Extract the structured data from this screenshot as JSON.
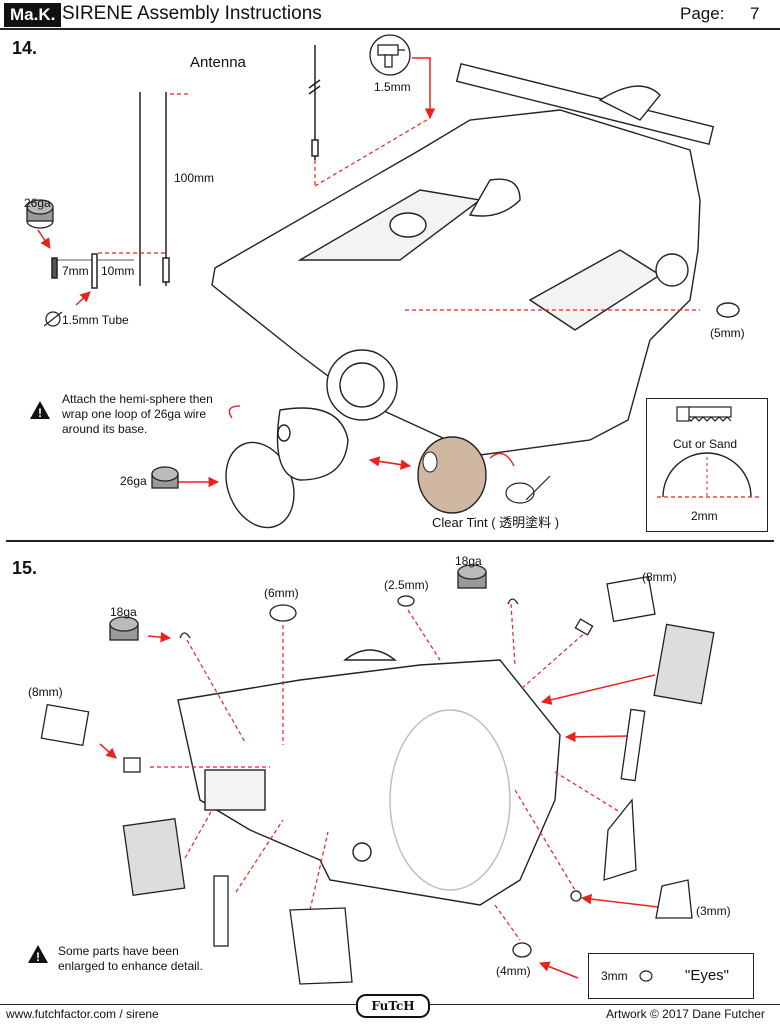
{
  "header": {
    "logo": "Ma.K.",
    "title": "SIRENE Assembly Instructions",
    "page_label": "Page:",
    "page_number": "7"
  },
  "step14": {
    "number": "14.",
    "antenna_label": "Antenna",
    "drill_size": "1.5mm",
    "wire_gauge": "26ga",
    "dim_7mm": "7mm",
    "dim_10mm": "10mm",
    "dim_100mm": "100mm",
    "tube_label": "1.5mm Tube",
    "part_5mm": "(5mm)",
    "note": "Attach the hemi-sphere then wrap one loop of 26ga wire around its base.",
    "wire_gauge_2": "26ga",
    "clear_tint": "Clear Tint ( 透明塗料 )",
    "cut_or_sand": "Cut or Sand",
    "dim_2mm": "2mm"
  },
  "step15": {
    "number": "15.",
    "wire_18ga_left": "18ga",
    "wire_18ga_right": "18ga",
    "part_6mm": "(6mm)",
    "part_2_5mm": "(2.5mm)",
    "part_8mm_right": "(8mm)",
    "part_8mm_left": "(8mm)",
    "part_3mm": "(3mm)",
    "part_4mm": "(4mm)",
    "note": "Some parts have been enlarged to enhance detail.",
    "eyes_size": "3mm",
    "eyes_label": "\"Eyes\""
  },
  "footer": {
    "url": "www.futchfactor.com / sirene",
    "brand": "FuTcH",
    "credit": "Artwork © 2017 Dane Futcher"
  },
  "colors": {
    "guide_red": "#e8231f",
    "tint_brown": "#cfb7a1",
    "line": "#222222"
  }
}
